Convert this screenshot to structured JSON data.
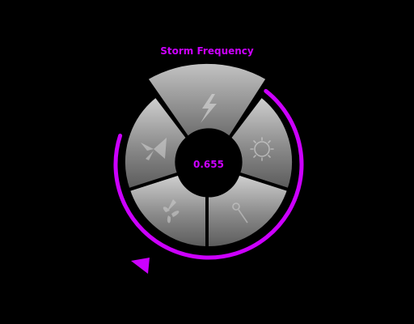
{
  "wheel": {
    "title": "Storm Frequency",
    "value": "0.655",
    "value_fraction": 0.655,
    "accent_color": "#cc00ff",
    "selected_segment": "storm",
    "segments": [
      {
        "id": "storm",
        "icon": "lightning-bolt-icon"
      },
      {
        "id": "sun",
        "icon": "sun-icon"
      },
      {
        "id": "probe",
        "icon": "pin-icon"
      },
      {
        "id": "twister",
        "icon": "propeller-icon"
      },
      {
        "id": "shield",
        "icon": "weathervane-icon"
      }
    ]
  }
}
